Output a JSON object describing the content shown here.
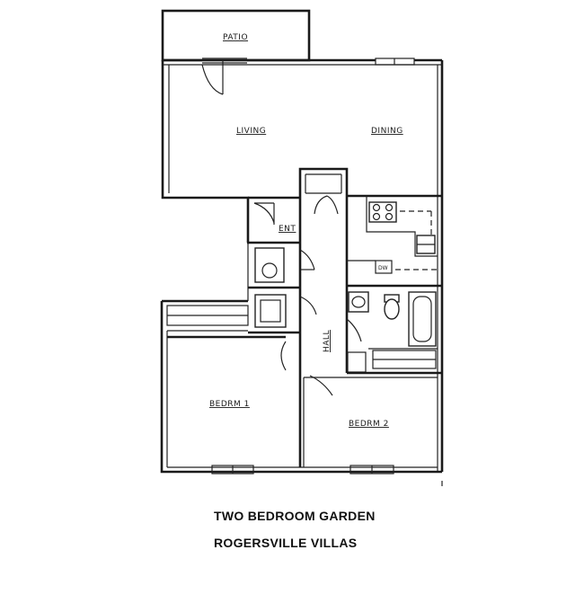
{
  "rooms": {
    "patio": "PATIO",
    "living": "LIVING",
    "dining": "DINING",
    "entry": "ENT",
    "hall": "HALL",
    "bedroom1": "BEDRM 1",
    "bedroom2": "BEDRM 2",
    "dw": "DW"
  },
  "caption": {
    "line1": "TWO BEDROOM GARDEN",
    "line2": "ROGERSVILLE VILLAS"
  }
}
